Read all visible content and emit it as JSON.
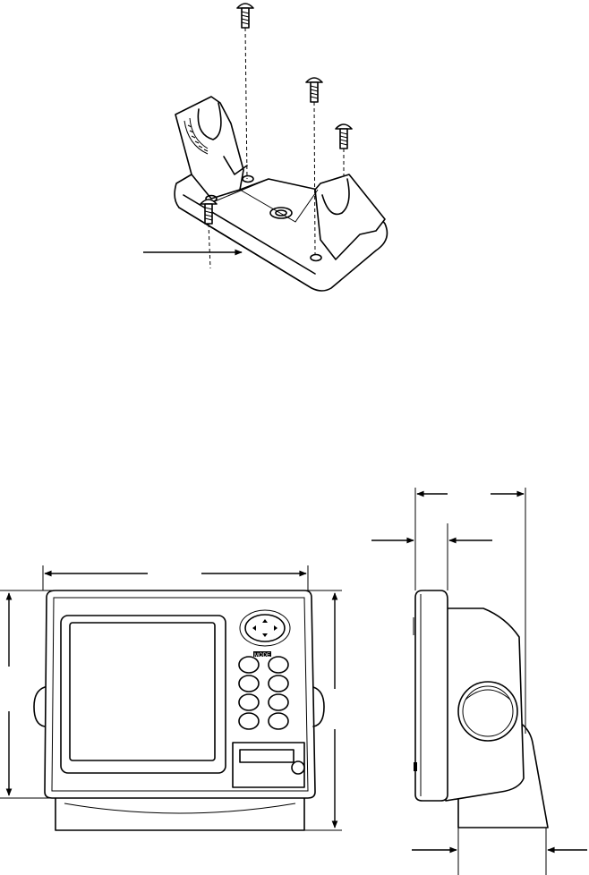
{
  "diagram": {
    "bracket_view": {
      "screws": [
        "screw-1",
        "screw-2",
        "screw-3",
        "screw-4"
      ],
      "icon": "mounting-bracket"
    },
    "unit_views": [
      "front-view",
      "side-view"
    ],
    "keypad": {
      "label": "MODE"
    }
  }
}
